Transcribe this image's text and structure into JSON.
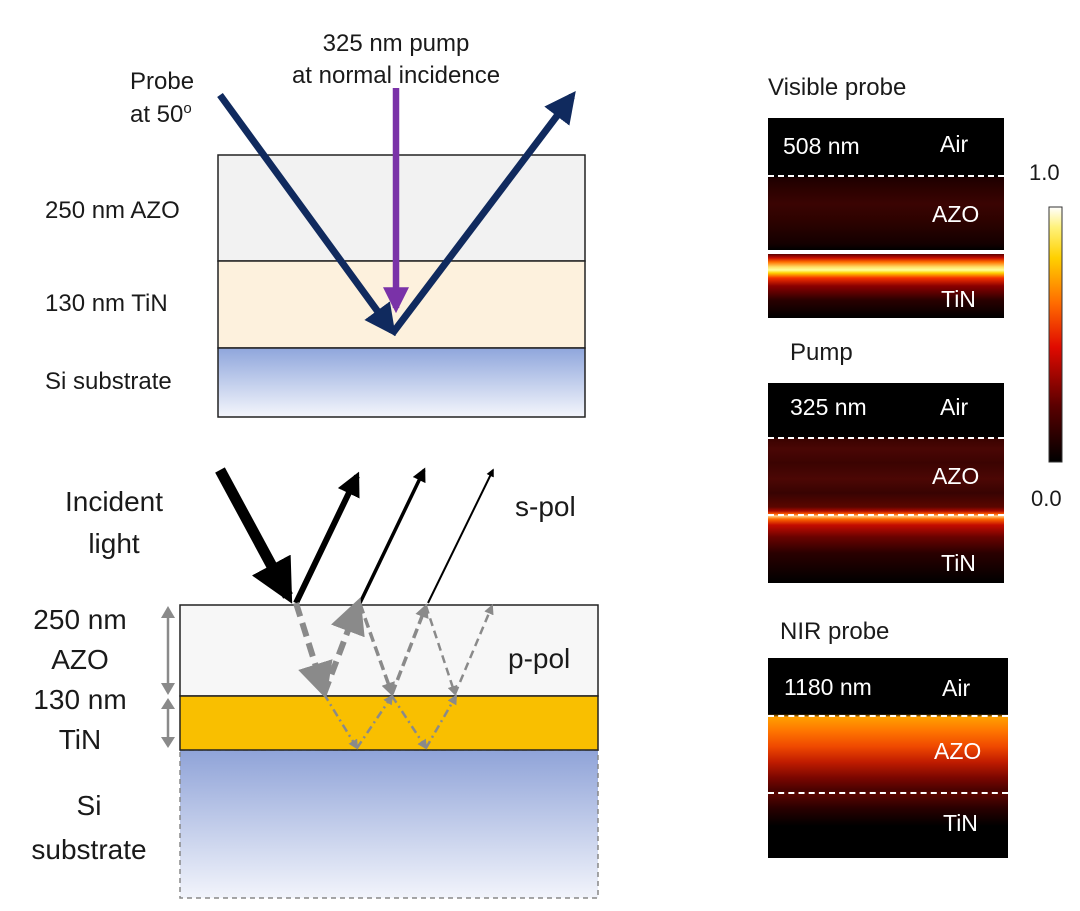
{
  "top_diagram": {
    "pump_label_line1": "325 nm pump",
    "pump_label_line2": "at normal incidence",
    "probe_label_line1": "Probe",
    "probe_label_line2": "at 50",
    "probe_label_degree": "o",
    "layers": {
      "azo": "250 nm AZO",
      "tin": "130 nm TiN",
      "si": "Si substrate"
    }
  },
  "bottom_diagram": {
    "incident_line1": "Incident",
    "incident_line2": "light",
    "s_pol": "s-pol",
    "p_pol": "p-pol",
    "azo_line1": "250 nm",
    "azo_line2": "AZO",
    "tin_line1": "130 nm",
    "tin_line2": "TiN",
    "si_line1": "Si",
    "si_line2": "substrate"
  },
  "panels": [
    {
      "title": "Visible probe",
      "wavelength": "508 nm",
      "air": "Air",
      "azo": "AZO",
      "tin": "TiN"
    },
    {
      "title": "Pump",
      "wavelength": "325 nm",
      "air": "Air",
      "azo": "AZO",
      "tin": "TiN"
    },
    {
      "title": "NIR probe",
      "wavelength": "1180 nm",
      "air": "Air",
      "azo": "AZO",
      "tin": "TiN"
    }
  ],
  "colorbar": {
    "max_label": "1.0",
    "min_label": "0.0"
  },
  "colors": {
    "probe_arrow": "#102a5e",
    "pump_arrow": "#7a32a8",
    "azo_top": "#f2f2f2",
    "tin_top": "#fdf1dd",
    "tin_bottom": "#f9bf00",
    "si_gradient_top": "#8fa6dc",
    "dashed_arrow": "#8a8a8a"
  }
}
